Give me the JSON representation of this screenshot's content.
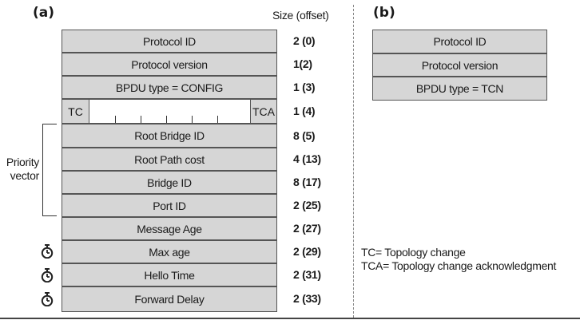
{
  "panel_a": {
    "label": "(a)",
    "size_header": "Size (offset)",
    "fields": [
      {
        "name": "Protocol ID",
        "size": "2 (0)"
      },
      {
        "name": "Protocol version",
        "size": "1(2)"
      },
      {
        "name": "BPDU type = CONFIG",
        "size": "1 (3)"
      },
      {
        "name": "",
        "size": "1 (4)"
      },
      {
        "name": "Root Bridge ID",
        "size": "8 (5)"
      },
      {
        "name": "Root Path cost",
        "size": "4 (13)"
      },
      {
        "name": "Bridge ID",
        "size": "8 (17)"
      },
      {
        "name": "Port ID",
        "size": "2 (25)"
      },
      {
        "name": "Message Age",
        "size": "2 (27)"
      },
      {
        "name": "Max age",
        "size": "2 (29)"
      },
      {
        "name": "Hello Time",
        "size": "2 (31)"
      },
      {
        "name": "Forward Delay",
        "size": "2 (33)"
      }
    ],
    "flags": {
      "tc": "TC",
      "tca": "TCA"
    },
    "priority_vector_label_1": "Priority",
    "priority_vector_label_2": "vector"
  },
  "panel_b": {
    "label": "(b)",
    "fields": [
      "Protocol ID",
      "Protocol version",
      "BPDU type = TCN"
    ]
  },
  "legend": {
    "tc": "TC= Topology change",
    "tca": "TCA= Topology change acknowledgment"
  },
  "icons": {
    "timer": "stopwatch-icon"
  }
}
